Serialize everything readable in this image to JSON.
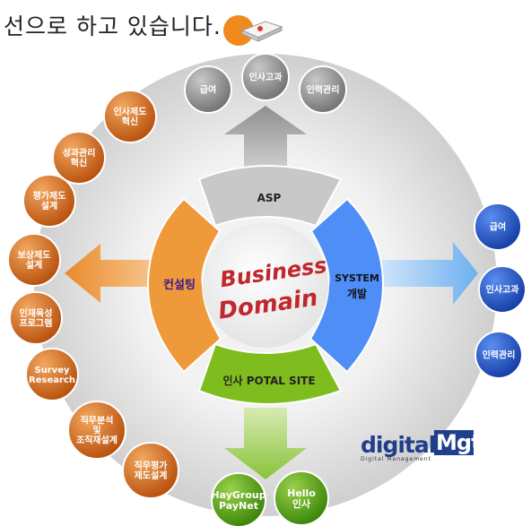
{
  "headline": "선으로 하고 있습니다.",
  "center": {
    "line1": "Business",
    "line2": "Domain"
  },
  "segments": {
    "top": "ASP",
    "left": "컨설팅",
    "right_line1": "SYSTEM",
    "right_line2": "개발",
    "bottom": "인사 POTAL SITE"
  },
  "top_items": [
    "급여",
    "인사고과",
    "인력관리"
  ],
  "right_items": [
    "급여",
    "인사고과",
    "인력관리"
  ],
  "left_items": [
    [
      "인사제도",
      "혁신"
    ],
    [
      "성과관리",
      "혁신"
    ],
    [
      "평가제도",
      "설계"
    ],
    [
      "보상제도",
      "설계"
    ],
    [
      "인재육성",
      "프로그램"
    ],
    [
      "Survey",
      "Research"
    ],
    [
      "직무분석",
      "및",
      "조직재설계"
    ],
    [
      "직무평가",
      "제도설계"
    ]
  ],
  "bottom_items": [
    [
      "HayGroup",
      "PayNet"
    ],
    [
      "Hello",
      "인사"
    ]
  ],
  "logo": {
    "main": "digital",
    "mgt": "Mgt",
    "sub": "Digital Management"
  },
  "colors": {
    "ring": "#dedede",
    "asp": "#b4b4b4",
    "consulting": "#ef9a3a",
    "system": "#4f8ef7",
    "portal": "#7fbd1e",
    "orange_circle": "#c8651c",
    "blue_circle": "#1d55c9",
    "green_circle": "#4a9a10",
    "gray_circle": "#8c8c8c",
    "center_text": "#c0282d"
  }
}
